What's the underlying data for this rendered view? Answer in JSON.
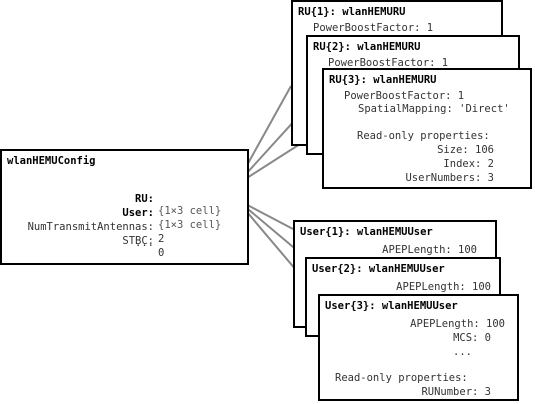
{
  "config": {
    "title": "wlanHEMUConfig",
    "ru_label": "RU:",
    "ru_value": "{1×3 cell}",
    "user_label": "User:",
    "user_value": "{1×3 cell}",
    "antennas_label": "NumTransmitAntennas:",
    "antennas_value": "2",
    "stbc_label": "STBC:",
    "stbc_value": "0",
    "ellipsis": "..."
  },
  "ru_boxes": [
    {
      "title": "RU{1}: wlanHEMURU",
      "power": "PowerBoostFactor: 1"
    },
    {
      "title": "RU{2}: wlanHEMURU",
      "power": "PowerBoostFactor: 1"
    },
    {
      "title": "RU{3}: wlanHEMURU",
      "power": "PowerBoostFactor: 1",
      "spatial": "SpatialMapping: 'Direct'",
      "readonly": "Read-only properties:",
      "size": "Size: 106",
      "index": "Index: 2",
      "usernumbers": "UserNumbers: 3"
    }
  ],
  "user_boxes": [
    {
      "title": "User{1}: wlanHEMUUser",
      "apep": "APEPLength: 100"
    },
    {
      "title": "User{2}: wlanHEMUUser",
      "apep": "APEPLength: 100"
    },
    {
      "title": "User{3}: wlanHEMUUser",
      "apep": "APEPLength: 100",
      "mcs": "MCS: 0",
      "ellipsis": "...",
      "readonly": "Read-only properties:",
      "runumber": "RUNumber: 3"
    }
  ],
  "colors": {
    "border": "#000000",
    "connector": "#888888",
    "text": "#333333"
  }
}
